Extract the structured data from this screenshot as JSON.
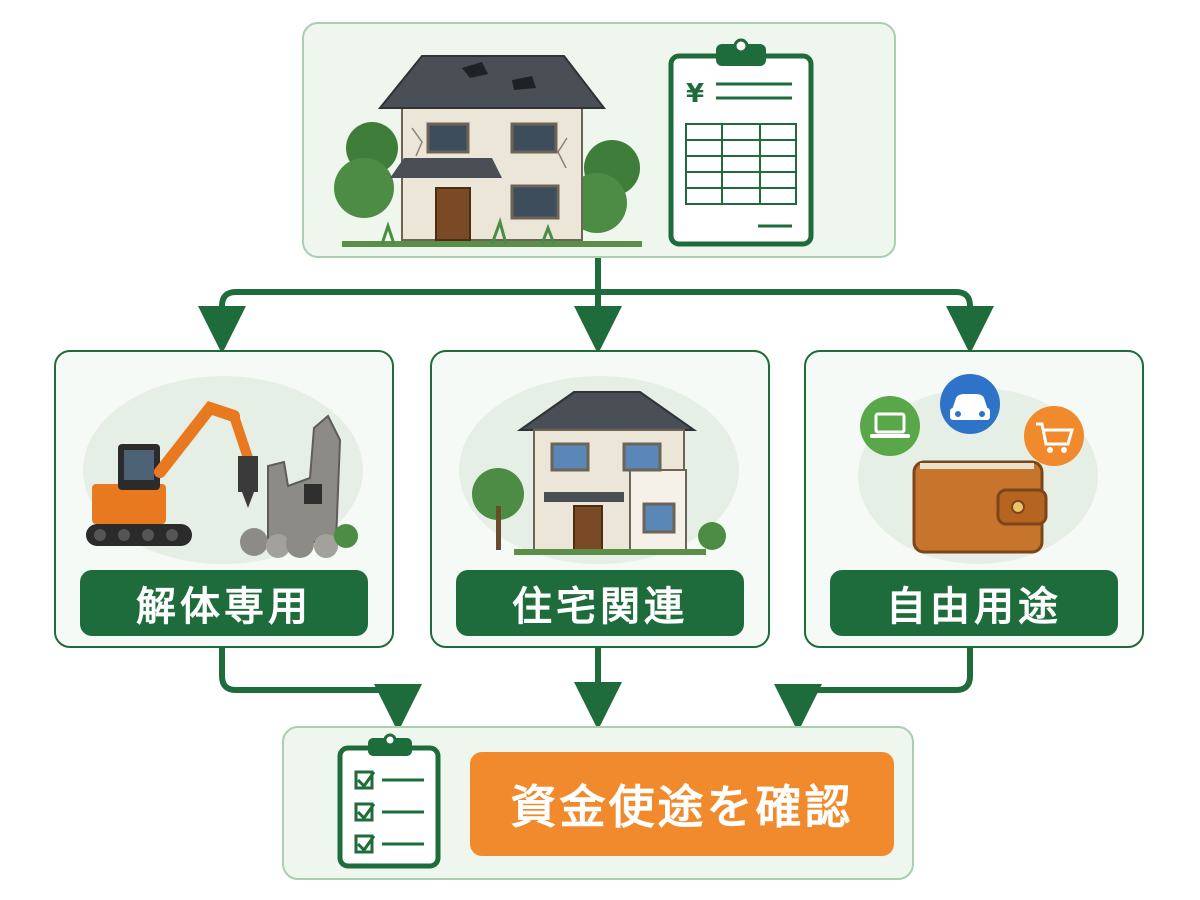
{
  "categories": [
    {
      "id": "demolition",
      "label": "解体専用"
    },
    {
      "id": "housing",
      "label": "住宅関連"
    },
    {
      "id": "free",
      "label": "自由用途"
    }
  ],
  "result": {
    "label": "資金使途を確認"
  },
  "estimate": {
    "currency_symbol": "¥"
  },
  "colors": {
    "primary_green": "#1e6b3c",
    "panel_bg": "#eef6ee",
    "panel_border": "#a9cfaf",
    "accent_orange": "#f08a2c"
  },
  "icons": [
    "old-house-icon",
    "estimate-clipboard-icon",
    "excavator-icon",
    "ruined-building-icon",
    "new-house-icon",
    "laptop-icon",
    "car-icon",
    "shopping-cart-icon",
    "wallet-icon",
    "checklist-icon"
  ]
}
